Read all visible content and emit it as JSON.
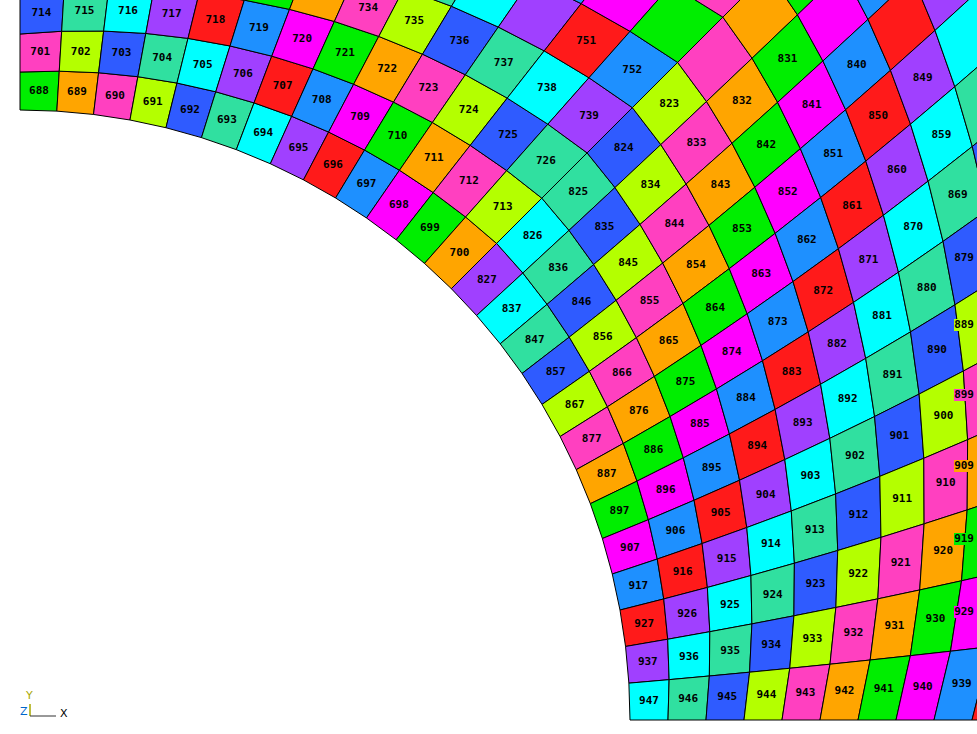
{
  "diagram": {
    "labels": [
      "688",
      "689",
      "690",
      "691",
      "692",
      "693",
      "694",
      "695",
      "696",
      "697",
      "698",
      "699",
      "700",
      "701",
      "702",
      "703",
      "704",
      "705",
      "706",
      "707",
      "708",
      "709",
      "710",
      "711",
      "712",
      "713",
      "714",
      "715",
      "716",
      "717",
      "718",
      "719",
      "720",
      "721",
      "722",
      "723",
      "724",
      "725",
      "726",
      "734",
      "735",
      "736",
      "737",
      "738",
      "739",
      "751",
      "752",
      "827",
      "826",
      "825",
      "824",
      "823",
      "837",
      "836",
      "835",
      "834",
      "833",
      "832",
      "831",
      "847",
      "846",
      "845",
      "844",
      "843",
      "842",
      "841",
      "840",
      "857",
      "856",
      "855",
      "854",
      "853",
      "852",
      "851",
      "850",
      "849",
      "867",
      "866",
      "865",
      "864",
      "863",
      "862",
      "861",
      "860",
      "859",
      "877",
      "876",
      "875",
      "874",
      "873",
      "872",
      "871",
      "870",
      "869",
      "887",
      "886",
      "885",
      "884",
      "883",
      "882",
      "881",
      "880",
      "879",
      "897",
      "896",
      "895",
      "894",
      "893",
      "892",
      "891",
      "890",
      "889",
      "907",
      "906",
      "905",
      "904",
      "903",
      "902",
      "901",
      "900",
      "899",
      "917",
      "916",
      "915",
      "914",
      "913",
      "912",
      "911",
      "910",
      "909",
      "927",
      "926",
      "925",
      "924",
      "923",
      "922",
      "921",
      "920",
      "919",
      "937",
      "936",
      "935",
      "934",
      "933",
      "932",
      "931",
      "930",
      "929",
      "947",
      "946",
      "945",
      "944",
      "943",
      "942",
      "941",
      "940",
      "939",
      "Y",
      "Z",
      "X"
    ]
  }
}
